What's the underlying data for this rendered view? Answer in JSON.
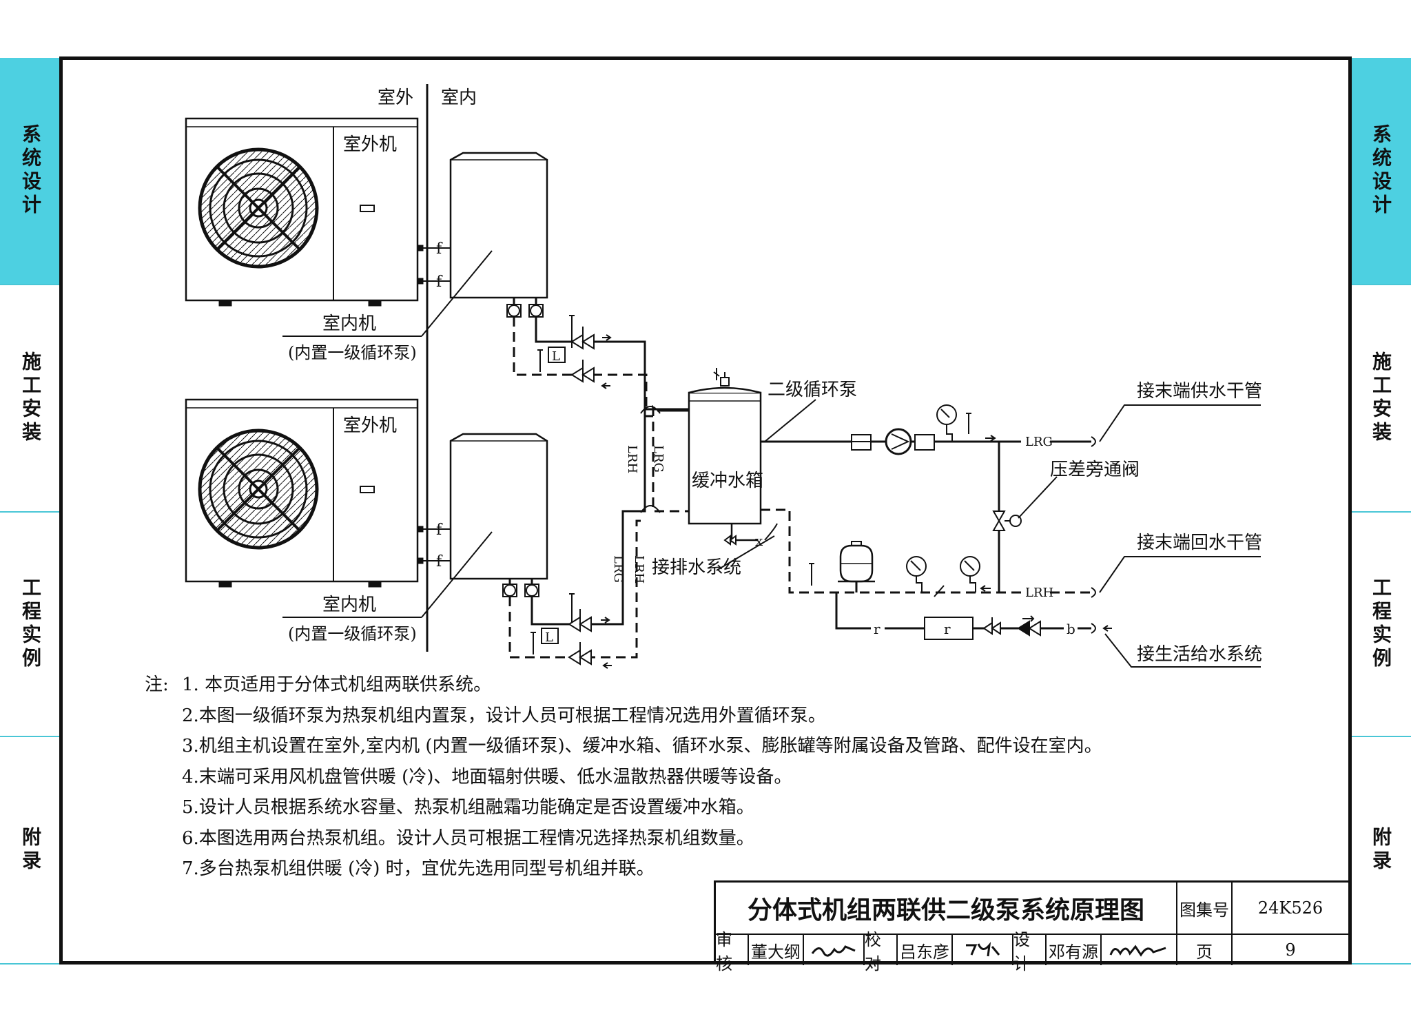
{
  "side_tabs": [
    {
      "label": "系统设计",
      "active": true
    },
    {
      "label": "施工安装",
      "active": false
    },
    {
      "label": "工程实例",
      "active": false
    },
    {
      "label": "附录",
      "active": false
    }
  ],
  "diagram": {
    "outdoor_label": "室外",
    "indoor_label": "室内",
    "outdoor_unit_label": "室外机",
    "indoor_unit_label": "室内机",
    "indoor_unit_note": "(内置一级循环泵)",
    "buffer_tank_label": "缓冲水箱",
    "secondary_pump_label": "二级循环泵",
    "bypass_valve_label": "压差旁通阀",
    "supply_main_label": "接末端供水干管",
    "return_main_label": "接末端回水干管",
    "drain_label": "接排水系统",
    "domestic_water_label": "接生活给水系统",
    "pipe_codes": {
      "f": "f",
      "lrg": "LRG",
      "lrh": "LRH",
      "r": "r",
      "b": "b",
      "x": "x",
      "l": "L"
    }
  },
  "notes": {
    "prefix": "注:",
    "items": [
      "1. 本页适用于分体式机组两联供系统。",
      "2.本图一级循环泵为热泵机组内置泵，设计人员可根据工程情况选用外置循环泵。",
      "3.机组主机设置在室外,室内机 (内置一级循环泵)、缓冲水箱、循环水泵、膨胀罐等附属设备及管路、配件设在室内。",
      "4.末端可采用风机盘管供暖 (冷)、地面辐射供暖、低水温散热器供暖等设备。",
      "5.设计人员根据系统水容量、热泵机组融霜功能确定是否设置缓冲水箱。",
      "6.本图选用两台热泵机组。设计人员可根据工程情况选择热泵机组数量。",
      "7.多台热泵机组供暖 (冷) 时，宜优先选用同型号机组并联。"
    ]
  },
  "title_block": {
    "title": "分体式机组两联供二级泵系统原理图",
    "atlas_label": "图集号",
    "atlas_no": "24K526",
    "review_label": "审核",
    "reviewer": "董大纲",
    "check_label": "校对",
    "checker": "吕东彦",
    "design_label": "设计",
    "designer": "邓有源",
    "page_label": "页",
    "page_no": "9"
  }
}
